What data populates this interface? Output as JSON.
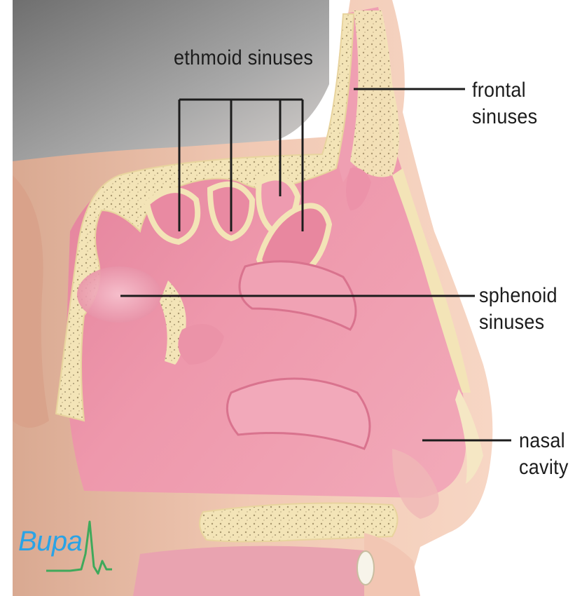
{
  "labels": {
    "ethmoid": "ethmoid sinuses",
    "frontal_line1": "frontal",
    "frontal_line2": "sinuses",
    "sphenoid_line1": "sphenoid",
    "sphenoid_line2": "sinuses",
    "nasal_line1": "nasal",
    "nasal_line2": "cavity"
  },
  "logo": {
    "text": "Bupa",
    "color": "#2aa3e6",
    "pulse_color": "#3fa95b"
  },
  "colors": {
    "background_hair": "#8c8c8c",
    "skin": "#f0c7b0",
    "bone": "#f3e4b7",
    "bone_speckle": "#9d8d6a",
    "mucosa": "#e88aa0",
    "mucosa_dark": "#c9607c",
    "mucosa_light": "#f6b8c6",
    "leader_line": "#1c1c1c"
  }
}
